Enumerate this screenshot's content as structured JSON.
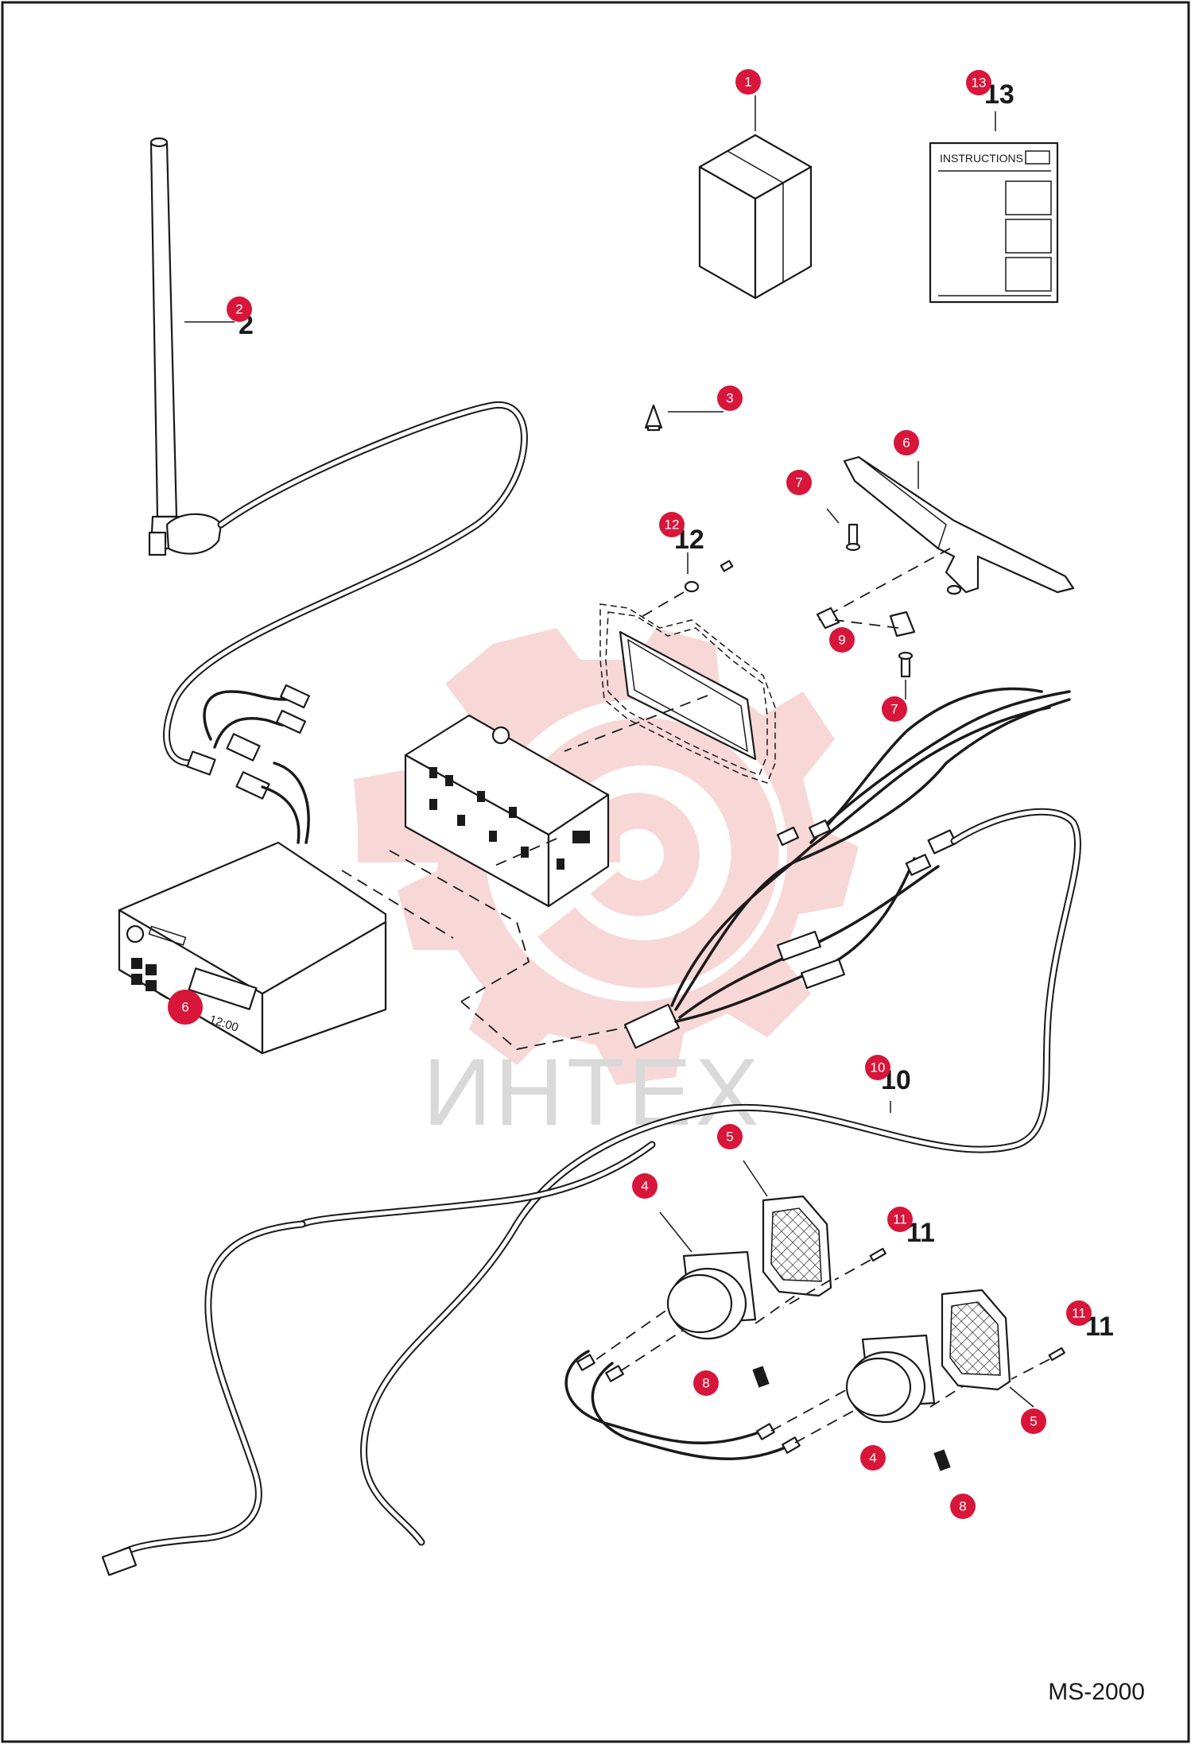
{
  "callouts": [
    {
      "id": "1",
      "label": "1"
    },
    {
      "id": "2",
      "label": "2"
    },
    {
      "id": "3",
      "label": "3"
    },
    {
      "id": "4",
      "label": "4"
    },
    {
      "id": "5",
      "label": "5"
    },
    {
      "id": "6",
      "label": "6"
    },
    {
      "id": "7",
      "label": "7"
    },
    {
      "id": "8",
      "label": "8"
    },
    {
      "id": "9",
      "label": "9"
    },
    {
      "id": "10",
      "label": "10"
    },
    {
      "id": "11",
      "label": "11"
    },
    {
      "id": "12",
      "label": "12"
    },
    {
      "id": "13",
      "label": "13"
    }
  ],
  "part_numbers": {
    "p2": "2",
    "p10": "10",
    "p11": "11",
    "p12": "12",
    "p13": "13"
  },
  "manual": {
    "title": "INSTRUCTIONS"
  },
  "radio": {
    "clock": "12:00"
  },
  "watermark": "ИНТЕХ",
  "figure_code": "MS-2000",
  "colors": {
    "callout": "#d8163a",
    "watermark": "#f2aaaa",
    "line": "#1a1a1a"
  }
}
